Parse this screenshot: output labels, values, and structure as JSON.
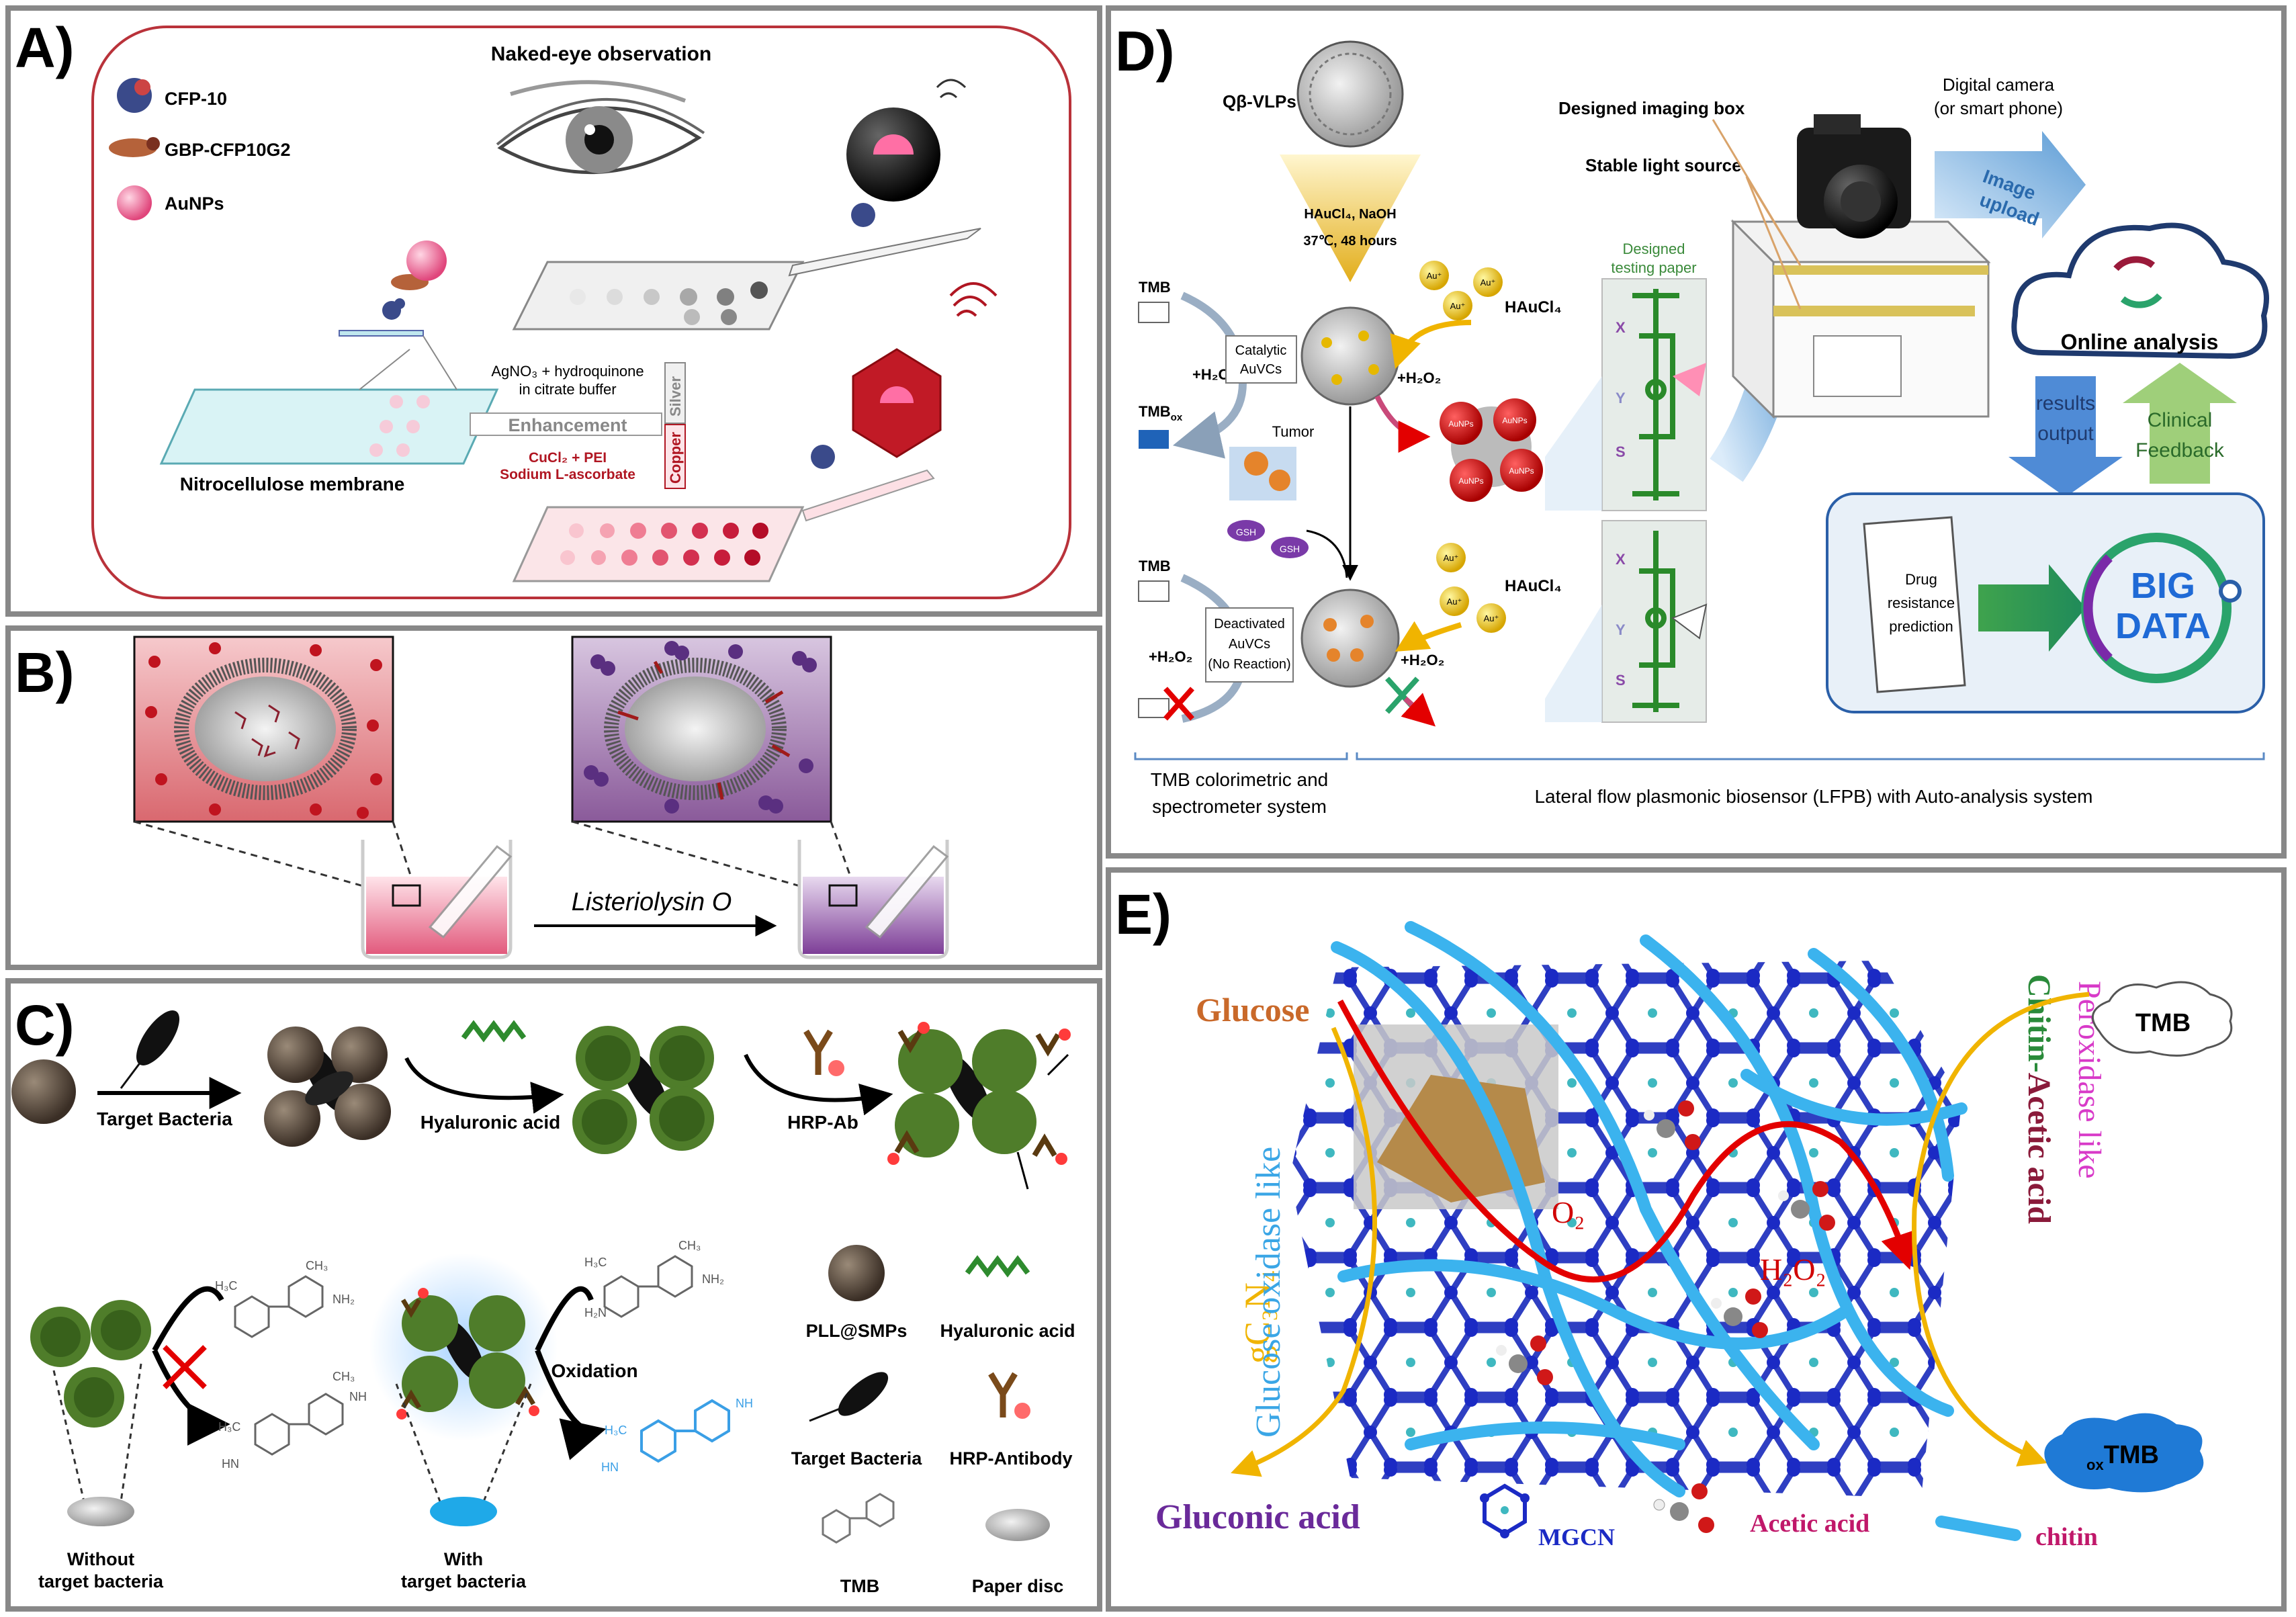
{
  "panels": {
    "A": {
      "letter": "A)",
      "title": "Naked-eye observation",
      "legend": [
        "CFP-10",
        "GBP-CFP10G2",
        "AuNPs"
      ],
      "membrane": "Nitrocellulose membrane",
      "silver_reagents": [
        "AgNO₃ + hydroquinone",
        "in citrate buffer"
      ],
      "silver": "Silver",
      "enhancement": "Enhancement",
      "copper_reagents": [
        "CuCl₂ + PEI",
        "Sodium L-ascorbate"
      ],
      "copper": "Copper"
    },
    "B": {
      "letter": "B)",
      "arrow_label": "Listeriolysin O"
    },
    "C": {
      "letter": "C)",
      "steps": [
        "Target Bacteria",
        "Hyaluronic acid",
        "HRP-Ab"
      ],
      "without": [
        "Without",
        "target bacteria"
      ],
      "with": [
        "With",
        "target bacteria"
      ],
      "oxidation": "Oxidation",
      "chem_labels": [
        "CH₃",
        "NH₂",
        "H₃C",
        "H₂N",
        "NH",
        "HN"
      ],
      "legend": [
        "PLL@SMPs",
        "Hyaluronic acid",
        "Target Bacteria",
        "HRP-Antibody",
        "TMB",
        "Paper disc"
      ]
    },
    "D": {
      "letter": "D)",
      "qb": "Qβ-VLPs",
      "synthesis": [
        "HAuCl₄, NaOH",
        "37℃, 48 hours"
      ],
      "tmb": "TMB",
      "tmbox": "TMB",
      "tmbox_sub": "ox",
      "h2o2": "+H₂O₂",
      "catalytic": [
        "Catalytic",
        "AuVCs"
      ],
      "tumor": "Tumor",
      "gsh": "GSH",
      "deactivated": [
        "Deactivated",
        "AuVCs",
        "(No Reaction)"
      ],
      "haucl4": "HAuCl₄",
      "au": "Au⁺",
      "aunps": "AuNPs",
      "designed_paper": [
        "Designed",
        "testing paper"
      ],
      "strip_marks": [
        "X",
        "Y",
        "S"
      ],
      "imaging_box": "Designed imaging box",
      "light_source": "Stable light source",
      "camera": [
        "Digital camera",
        "(or smart phone)"
      ],
      "upload": [
        "Image",
        "upload"
      ],
      "online": "Online analysis",
      "results": [
        "results",
        "output"
      ],
      "clinical": [
        "Clinical",
        "Feedback"
      ],
      "drug": [
        "Drug",
        "resistance",
        "prediction"
      ],
      "big_data": [
        "BIG",
        "DATA"
      ],
      "bottom_left": [
        "TMB colorimetric and",
        "spectrometer system"
      ],
      "bottom_right": "Lateral flow plasmonic biosensor  (LFPB) with Auto-analysis system"
    },
    "E": {
      "letter": "E)",
      "glucose": "Glucose",
      "gc3n4": "gC₃N₄",
      "gox_like": "Glucose oxidase like",
      "o2": "O₂",
      "h2o2": "H₂O₂",
      "chitin_acetic": "Chitin-Acetic acid",
      "peroxidase_like": "Peroxidase like",
      "tmb": "TMB",
      "oxtmb_sub": "ox",
      "oxtmb": "TMB",
      "gluconic": "Gluconic acid",
      "mgcn": "MGCN",
      "acetic": "Acetic acid",
      "chitin": "chitin"
    }
  }
}
